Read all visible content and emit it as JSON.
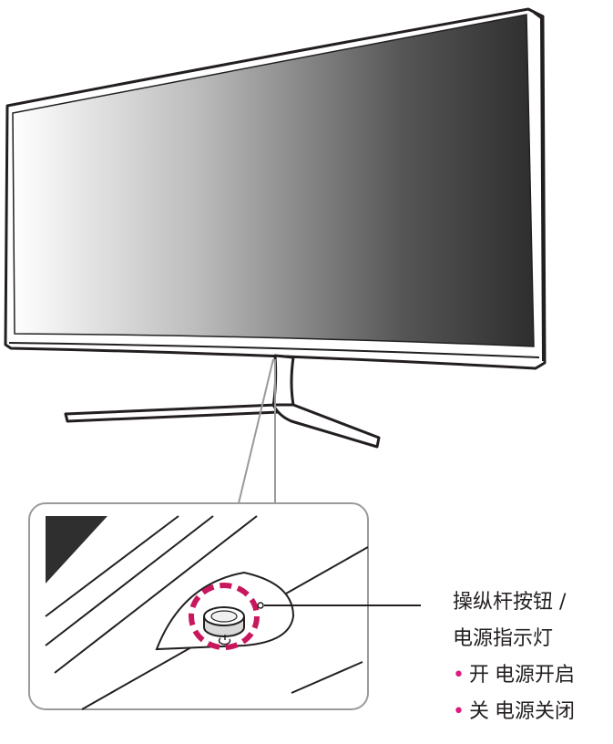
{
  "callout": {
    "title_line1": "操纵杆按钮 /",
    "title_line2": "电源指示灯",
    "items": [
      {
        "state": "开",
        "description": "电源开启"
      },
      {
        "state": "关",
        "description": "电源关闭"
      }
    ]
  },
  "icons": {
    "power": "power-icon"
  },
  "colors": {
    "highlight": "#c8175d",
    "bullet": "#e0187e",
    "line_art": "#231f20",
    "inset_border": "#9a9a9a",
    "screen_dark": "#3a3a3a",
    "screen_light": "#ffffff"
  }
}
